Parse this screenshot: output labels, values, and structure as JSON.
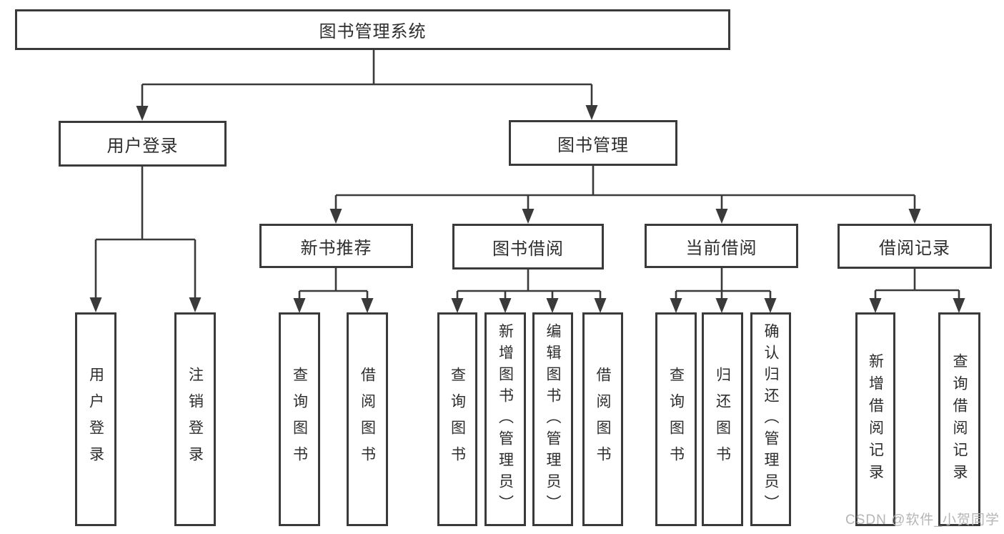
{
  "diagram": {
    "root": "图书管理系统",
    "level2": {
      "user_login": "用户登录",
      "book_management": "图书管理"
    },
    "level3": {
      "new_books": "新书推荐",
      "borrowing": "图书借阅",
      "current": "当前借阅",
      "records": "借阅记录"
    },
    "leaves": {
      "user_login": [
        "用户登录",
        "注销登录"
      ],
      "new_books": [
        "查询图书",
        "借阅图书"
      ],
      "borrowing": [
        "查询图书",
        "新增图书（管理员）",
        "编辑图书（管理员）",
        "借阅图书"
      ],
      "current": [
        "查询图书",
        "归还图书",
        "确认归还（管理员）"
      ],
      "records": [
        "新增借阅记录",
        "查询借阅记录"
      ]
    }
  },
  "watermark": "CSDN @软件_小贺同学",
  "colors": {
    "line": "#3a3a3a",
    "text": "#2d2d2d",
    "watermark": "#b5b5b5",
    "background": "#ffffff"
  }
}
